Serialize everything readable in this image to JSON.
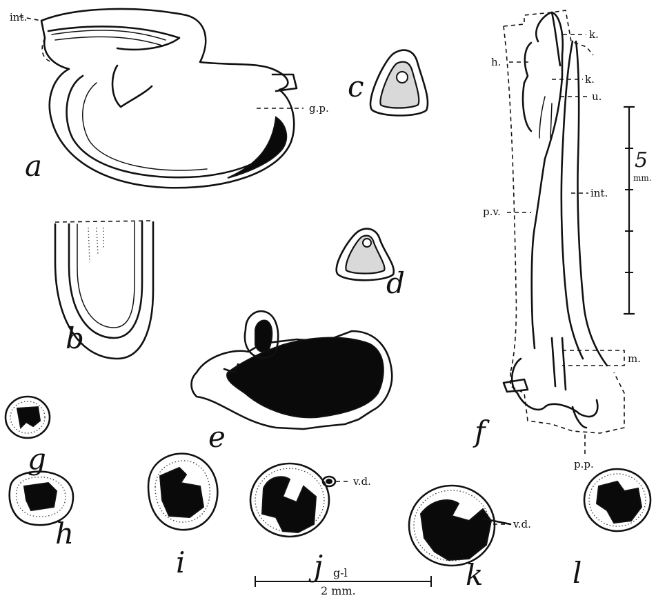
{
  "figures": {
    "a": "a",
    "b": "b",
    "c": "c",
    "d": "d",
    "e": "e",
    "f": "f",
    "g": "g",
    "h": "h",
    "i": "i",
    "j": "j",
    "k": "k",
    "l": "l"
  },
  "labels": {
    "int_a": "int.",
    "gp": "g.p.",
    "k1": "k.",
    "h": "h.",
    "k2": "k.",
    "u": "u.",
    "int_f": "int.",
    "pv": "p.v.",
    "m": "m.",
    "pp": "p.p.",
    "vd_j": "v.d.",
    "vd_k": "v.d."
  },
  "scales": {
    "vertical_value": "5",
    "vertical_unit": "mm.",
    "horizontal_range": "g-l",
    "horizontal_length": "2 mm."
  }
}
